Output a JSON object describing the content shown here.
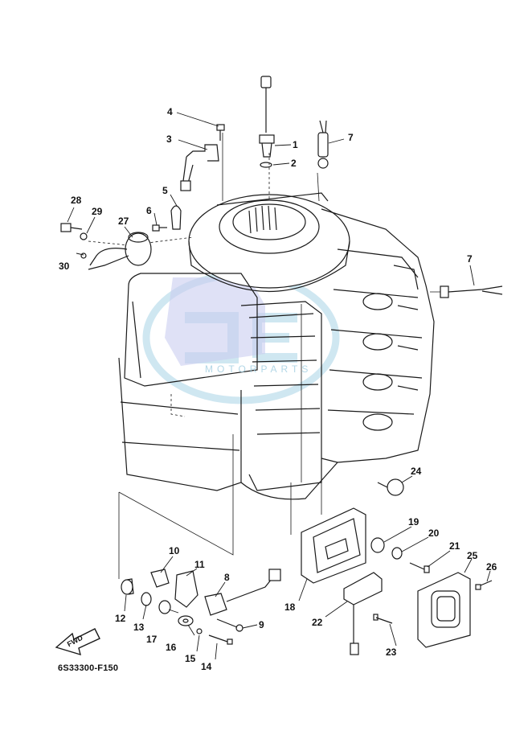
{
  "diagram": {
    "drawing_code": "6S33300-F150",
    "direction_label": "FWD",
    "watermark_text": "MOTORPARTS",
    "callouts": [
      {
        "id": "c1",
        "label": "1"
      },
      {
        "id": "c2",
        "label": "2"
      },
      {
        "id": "c3",
        "label": "3"
      },
      {
        "id": "c4",
        "label": "4"
      },
      {
        "id": "c5",
        "label": "5"
      },
      {
        "id": "c6",
        "label": "6"
      },
      {
        "id": "c7a",
        "label": "7"
      },
      {
        "id": "c7b",
        "label": "7"
      },
      {
        "id": "c8",
        "label": "8"
      },
      {
        "id": "c9",
        "label": "9"
      },
      {
        "id": "c10",
        "label": "10"
      },
      {
        "id": "c11",
        "label": "11"
      },
      {
        "id": "c12",
        "label": "12"
      },
      {
        "id": "c13",
        "label": "13"
      },
      {
        "id": "c14",
        "label": "14"
      },
      {
        "id": "c15",
        "label": "15"
      },
      {
        "id": "c16",
        "label": "16"
      },
      {
        "id": "c17",
        "label": "17"
      },
      {
        "id": "c18",
        "label": "18"
      },
      {
        "id": "c19",
        "label": "19"
      },
      {
        "id": "c20",
        "label": "20"
      },
      {
        "id": "c21",
        "label": "21"
      },
      {
        "id": "c22",
        "label": "22"
      },
      {
        "id": "c23",
        "label": "23"
      },
      {
        "id": "c24",
        "label": "24"
      },
      {
        "id": "c25",
        "label": "25"
      },
      {
        "id": "c26",
        "label": "26"
      },
      {
        "id": "c27",
        "label": "27"
      },
      {
        "id": "c28",
        "label": "28"
      },
      {
        "id": "c29",
        "label": "29"
      },
      {
        "id": "c30",
        "label": "30"
      }
    ],
    "colors": {
      "line": "#1a1a1a",
      "watermark": "#a9d4e6",
      "highlight": "#c9cdf0"
    }
  }
}
